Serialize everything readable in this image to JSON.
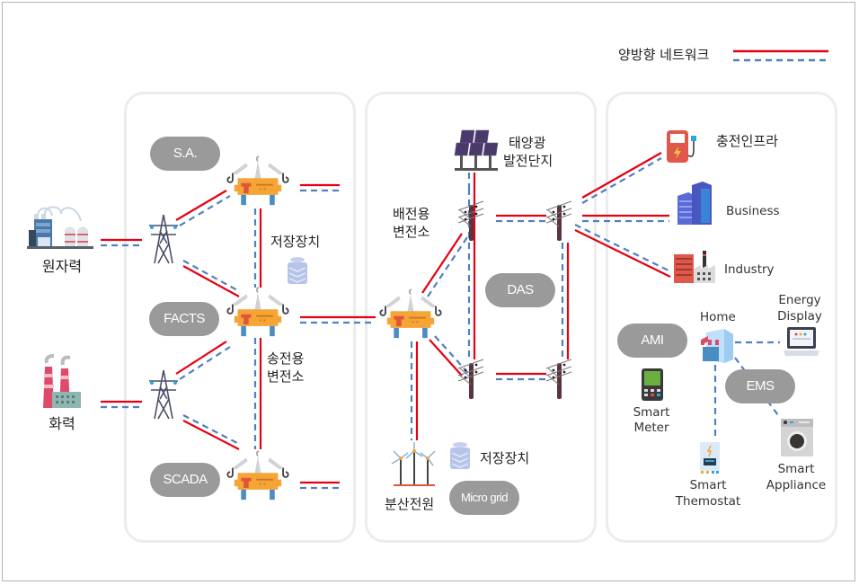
{
  "legend": {
    "label": "양방향 네트워크",
    "line_colors": {
      "primary": "#e60012",
      "secondary": "#4f81bd"
    }
  },
  "sources": {
    "nuclear": {
      "label": "원자력",
      "icon": "nuclear-plant-icon"
    },
    "thermal": {
      "label": "화력",
      "icon": "thermal-plant-icon"
    }
  },
  "transmission": {
    "badges": [
      "S.A.",
      "FACTS",
      "SCADA"
    ],
    "storage_label": "저장장치",
    "substation_label_line1": "송전용",
    "substation_label_line2": "변전소"
  },
  "distribution": {
    "solar_label_line1": "태양광",
    "solar_label_line2": "발전단지",
    "substation_label_line1": "배전용",
    "substation_label_line2": "변전소",
    "das_badge": "DAS",
    "distributed_label": "분산전원",
    "storage_label": "저장장치",
    "microgrid_badge": "Micro grid"
  },
  "consumers": {
    "charging": "충전인프라",
    "business": "Business",
    "industry": "Industry",
    "ami_badge": "AMI",
    "ems_badge": "EMS",
    "home": "Home",
    "energy_display_line1": "Energy",
    "energy_display_line2": "Display",
    "smart_meter_line1": "Smart",
    "smart_meter_line2": "Meter",
    "smart_thermostat_line1": "Smart",
    "smart_thermostat_line2": "Themostat",
    "smart_appliance_line1": "Smart",
    "smart_appliance_line2": "Appliance"
  }
}
